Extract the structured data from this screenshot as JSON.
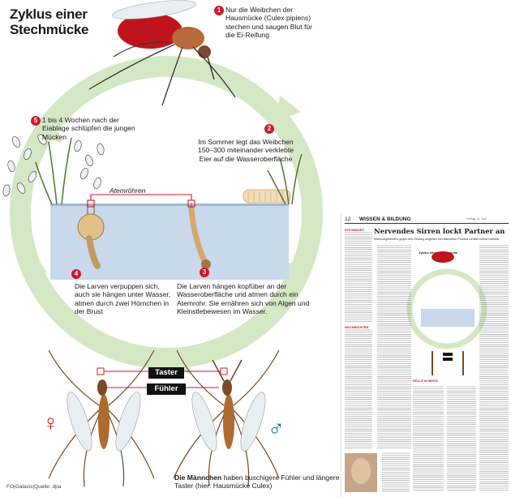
{
  "infographic": {
    "title_lines": [
      "Zyklus einer",
      "Stechmücke"
    ],
    "steps": [
      {
        "number": "1",
        "text": "Nur die Weibchen der Hausmücke (Culex pipiens) stechen und saugen Blut für die Ei-Reifung"
      },
      {
        "number": "2",
        "text": "Im Sommer legt das Weibchen 150–300 miteinander verklebte Eier auf die Wasseroberfläche"
      },
      {
        "number": "3",
        "text": "Die Larven hängen kopfüber an der Wasseroberfläche und atmen durch ein Atemrohr. Sie ernähren sich von Algen und Kleinstlebewesen im Wasser."
      },
      {
        "number": "4",
        "text": "Die Larven verpuppen sich, auch sie hängen unter Wasser, atmen durch zwei Hörnchen in der Brust"
      },
      {
        "number": "5",
        "text": "1 bis 4 Wochen nach der Eiablage schlüpfen die jungen Mücken"
      }
    ],
    "atemroehren_label": "Atemröhren",
    "taster_label": "Taster",
    "fuehler_label": "Fühler",
    "credit": "FO|Galaxis|Quelle: dpa",
    "male_caption_bold": "Die Männchen",
    "male_caption_rest": " haben buschigere Fühler und längere Taster (hier: Hausmücke Culex)",
    "female_symbol": "♀",
    "male_symbol": "♂",
    "colors": {
      "accent_red": "#d0182a",
      "arrow_green": "#cfe3bd",
      "water_blue": "#c9d8ea",
      "male_blue": "#2468b3"
    }
  },
  "newspaper": {
    "page_number": "12",
    "ressort": "WISSEN & BILDUNG",
    "masthead_meta": "Freitag, 11. Juni",
    "headline": "Nervendes Sirren lockt Partner an",
    "subheadline": "Mauerseglerbrüten gegen den Gesang umgehen von Männchen Prozess rumbst rumbst Instinkte",
    "column_heads": [
      "STICHWORT",
      "NACHRICHTEN",
      "HÖLLE IN WEISS"
    ],
    "mini_title": "Zyklus einer Stechmücke"
  }
}
